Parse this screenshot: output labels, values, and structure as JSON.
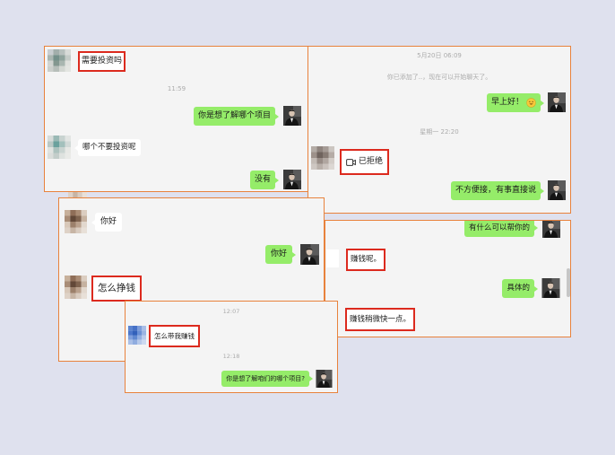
{
  "colors": {
    "page_background": "#dfe1ee",
    "chat_background": "#f4f4f4",
    "panel_border": "#e8823c",
    "highlight_border": "#dc2a1e",
    "outgoing_bubble": "#95ec69",
    "incoming_bubble": "#ffffff",
    "timestamp_text": "#ababab"
  },
  "icons": {
    "video_call": "video-camera-icon",
    "emoji": "smile-emoji-icon"
  },
  "chat_a": {
    "incoming_1": "需要投资吗",
    "timestamp_1": "11:59",
    "outgoing_1": "你是想了解哪个项目",
    "incoming_2": "哪个不要投资呢",
    "outgoing_2": "没有"
  },
  "chat_b": {
    "timestamp_1": "5月20日 06:09",
    "system_notice": "你已添加了..，现在可以开始聊天了。",
    "outgoing_1": "早上好！",
    "timestamp_2": "星期一 22:20",
    "incoming_call_status": "已拒绝",
    "outgoing_2": "不方便接，有事直接说"
  },
  "chat_c": {
    "incoming_1": "你好",
    "outgoing_1": "你好",
    "incoming_2": "怎么挣钱"
  },
  "chat_d": {
    "outgoing_1": "有什么可以帮你的",
    "incoming_1": "赚钱呢。",
    "outgoing_2": "具体的",
    "incoming_2": "赚钱稍微快一点。"
  },
  "chat_e": {
    "timestamp_1": "12:07",
    "incoming_1": "怎么带我赚钱",
    "timestamp_2": "12:18",
    "outgoing_1": "你是想了解咱们的哪个项目?"
  }
}
